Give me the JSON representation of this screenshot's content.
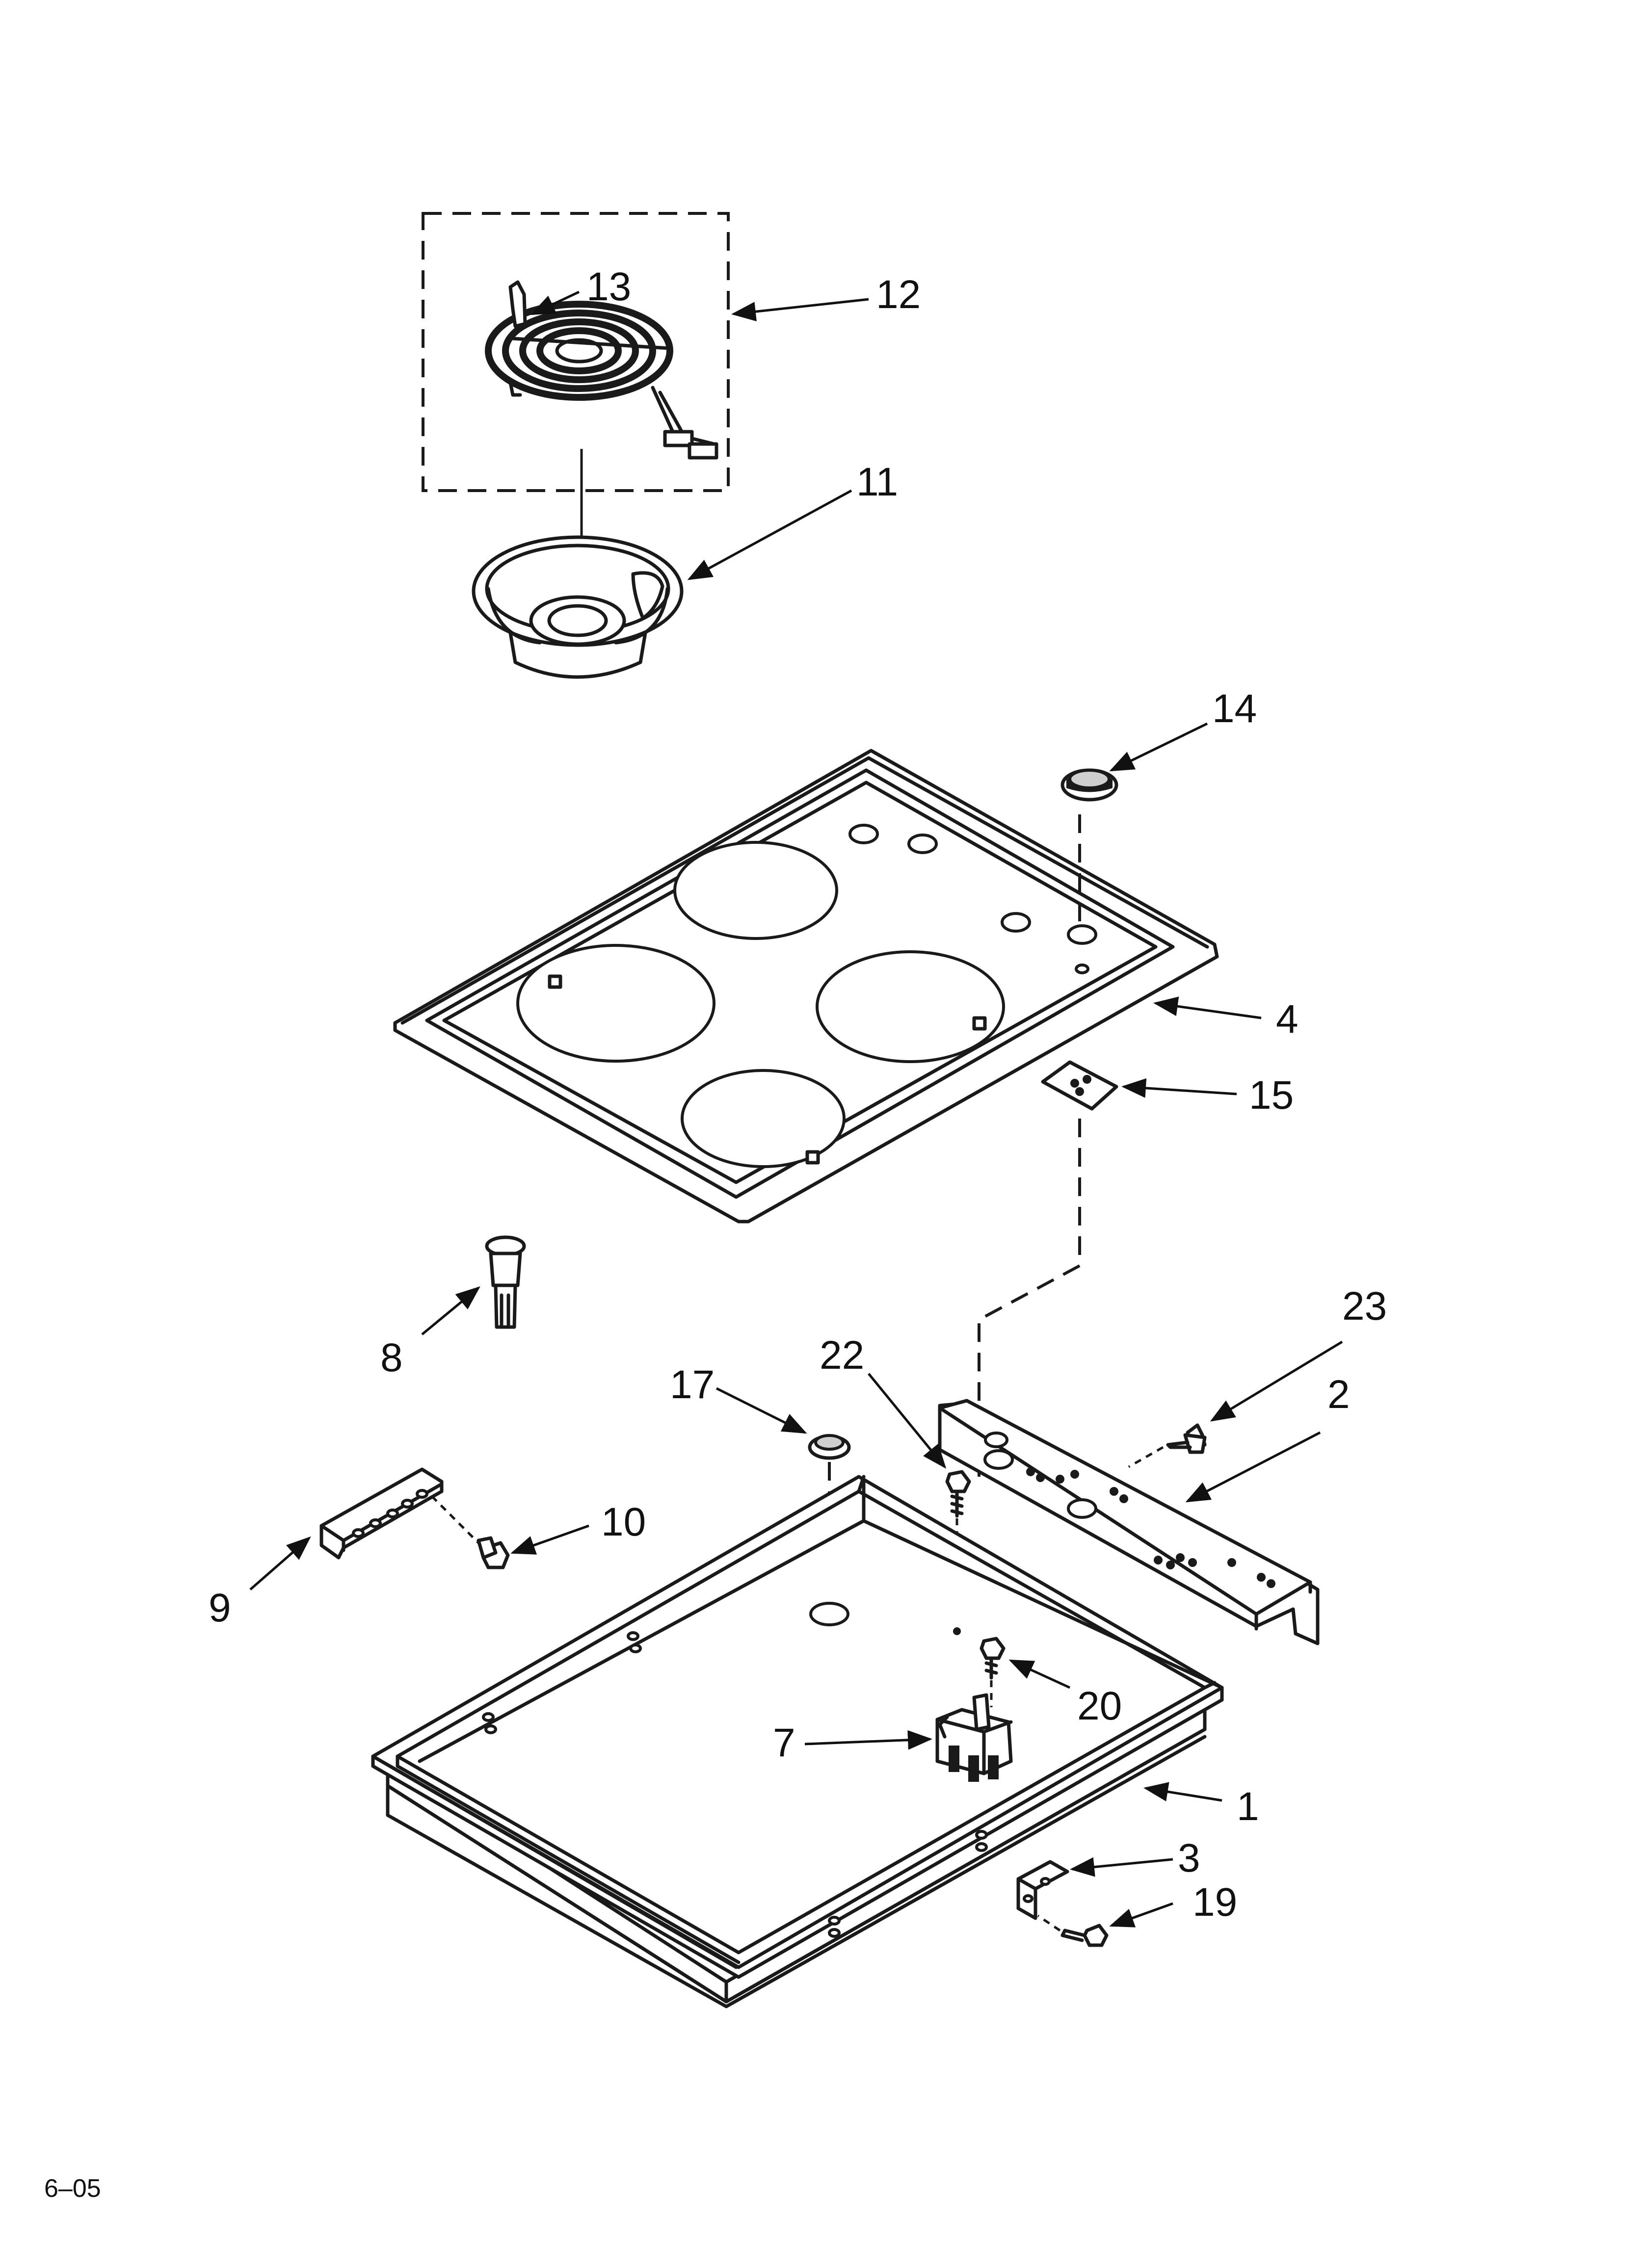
{
  "callouts": {
    "c1": "1",
    "c2": "2",
    "c3": "3",
    "c4": "4",
    "c7": "7",
    "c8": "8",
    "c9": "9",
    "c10": "10",
    "c11": "11",
    "c12": "12",
    "c13": "13",
    "c14": "14",
    "c15": "15",
    "c17": "17",
    "c19": "19",
    "c20": "20",
    "c22": "22",
    "c23": "23"
  },
  "footer": {
    "revision": "6–05"
  },
  "colors": {
    "line": "#1a1a1a",
    "background": "#ffffff"
  }
}
